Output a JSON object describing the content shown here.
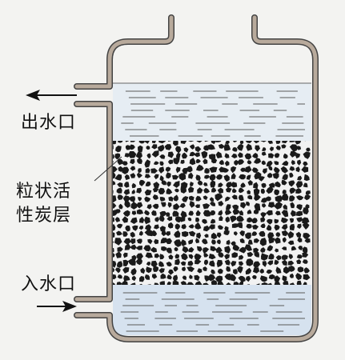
{
  "labels": {
    "outlet": "出水口",
    "carbon_line1": "粒状活",
    "carbon_line2": "性炭层",
    "inlet": "入水口"
  },
  "colors": {
    "background": "#f3f3f1",
    "wall": "#b8aa9c",
    "wall_edge": "#444444",
    "water": "#d6e2ef",
    "water_lines": "#5a5a5a",
    "carbon": "#1a1a1a"
  }
}
